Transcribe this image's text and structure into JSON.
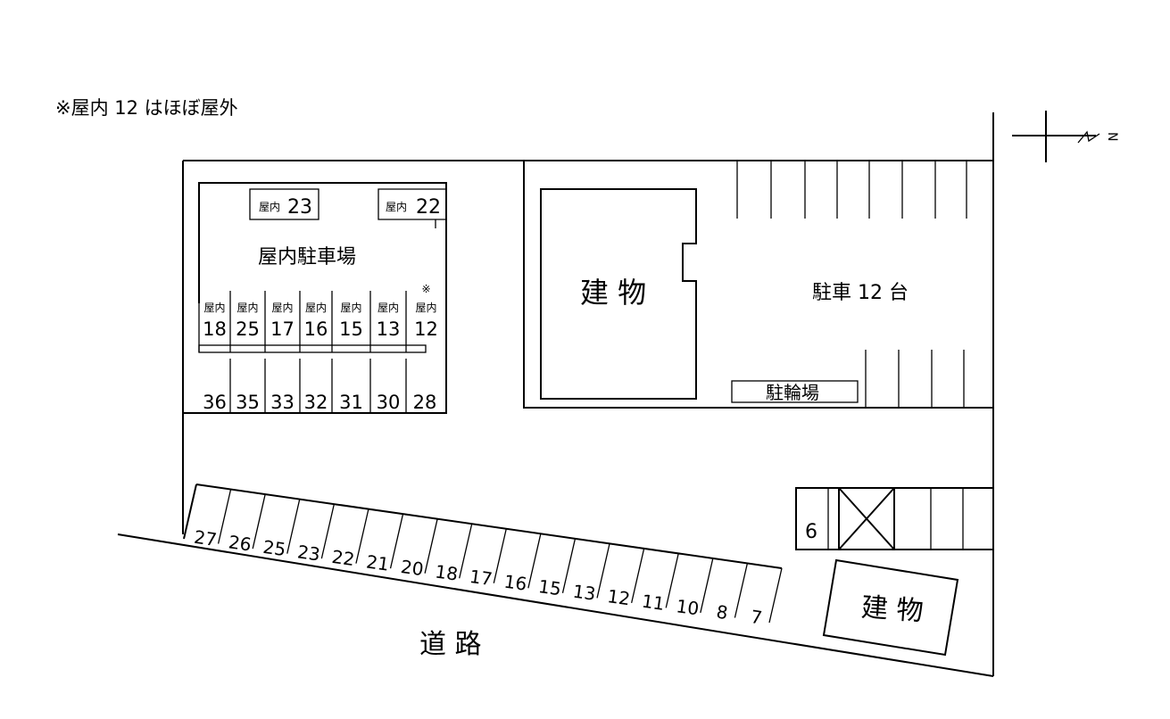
{
  "note": "※屋内 12 はほぼ屋外",
  "compass": {
    "label": "N"
  },
  "indoor_parking": {
    "title": "屋内駐車場",
    "top_spots": [
      {
        "label": "屋内",
        "num": "23"
      },
      {
        "label": "屋内",
        "num": "22"
      }
    ],
    "indoor_label": "屋内",
    "indoor_mark": "※",
    "indoor_row": [
      "18",
      "25",
      "17",
      "16",
      "15",
      "13",
      "12"
    ],
    "outdoor_row": [
      "36",
      "35",
      "33",
      "32",
      "31",
      "30",
      "28"
    ]
  },
  "main_building": "建 物",
  "lot": {
    "label": "駐車 12 台"
  },
  "bicycle": "駐輪場",
  "small_lot": {
    "num": "6"
  },
  "small_building": "建 物",
  "road": "道 路",
  "slanted_row": [
    "27",
    "26",
    "25",
    "23",
    "22",
    "21",
    "20",
    "18",
    "17",
    "16",
    "15",
    "13",
    "12",
    "11",
    "10",
    "8",
    "7"
  ]
}
